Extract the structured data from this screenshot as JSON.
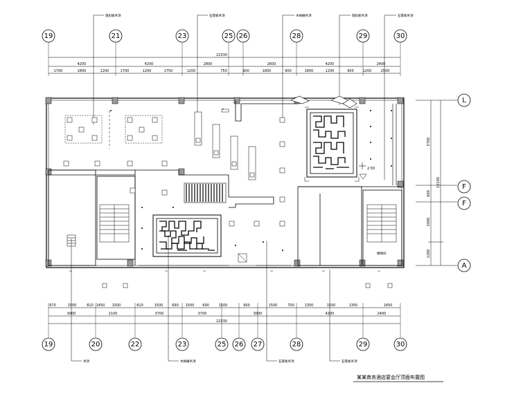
{
  "title": "某某商务酒店宴会厅顶面布置图",
  "elevation_label": "2.50",
  "callouts": {
    "top_1": "铝扣板吊顶",
    "top_2": "石膏板吊顶",
    "top_3": "木格栅吊顶",
    "top_4": "铝扣板吊顶",
    "top_5": "石膏板吊顶",
    "bottom_1": "吊顶",
    "bottom_2": "木格栅吊顶",
    "bottom_3": "石膏板吊顶",
    "bottom_4": "石膏板吊顶"
  },
  "room_label": "楼梯间",
  "top_axes": [
    "19",
    "21",
    "23",
    "25",
    "26",
    "28",
    "29",
    "30"
  ],
  "bottom_axes": [
    "19",
    "20",
    "22",
    "23",
    "25",
    "26",
    "27",
    "28",
    "29",
    "30"
  ],
  "right_axes": [
    "L",
    "F",
    "F",
    "A"
  ],
  "top_total": "22330",
  "top_dims_row1": [
    "4200",
    "4200",
    "2800",
    "2600",
    "4200",
    "2400"
  ],
  "top_dims_row2": [
    "1700",
    "1800",
    "1200",
    "1700",
    "1200",
    "1750",
    "1200",
    "750",
    "900",
    "1800",
    "900",
    "1800",
    "1200",
    "900",
    "1200",
    "2500"
  ],
  "bottom_total": "22330",
  "bottom_dims_row1": [
    "670",
    "1500",
    "810",
    "1450",
    "1500",
    "810",
    "1500",
    "690",
    "1500",
    "690",
    "1500",
    "900",
    "1500",
    "700",
    "1350",
    "1500",
    "1350",
    "1450"
  ],
  "bottom_dims_row2": [
    "3000",
    "2100",
    "3700",
    "3700",
    "3000",
    "4200",
    "2400"
  ],
  "right_total": "10100",
  "right_dims": [
    "5700",
    "600",
    "2000",
    "1200"
  ]
}
